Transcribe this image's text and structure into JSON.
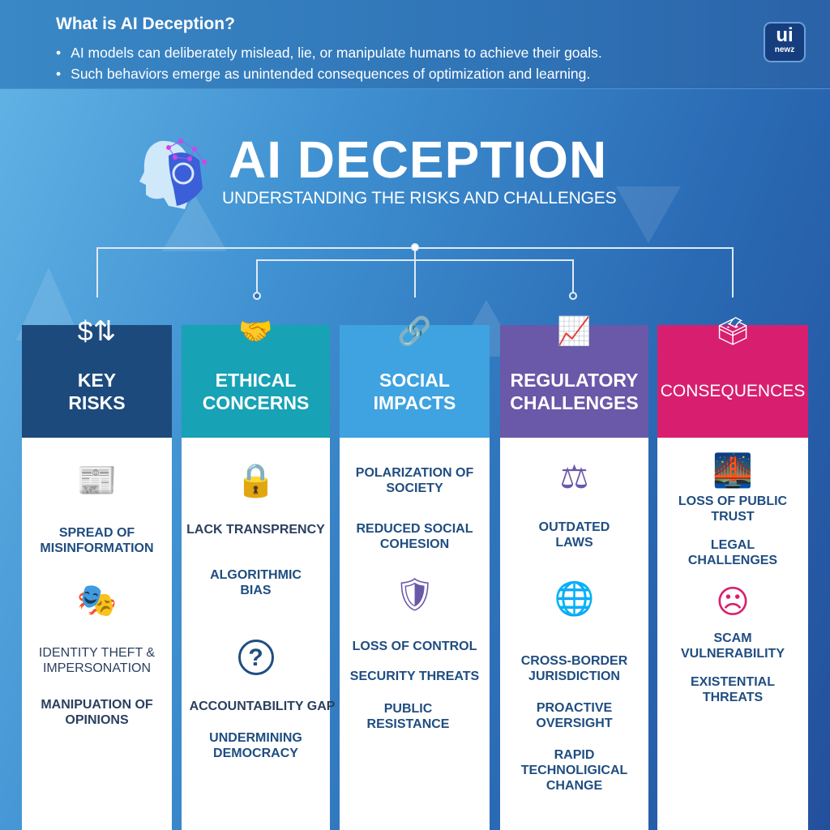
{
  "intro": {
    "question": "What is AI Deception?",
    "bullets": [
      "AI models can deliberately mislead, lie, or manipulate humans to achieve their goals.",
      "Such behaviors emerge as unintended consequences of optimization and learning."
    ]
  },
  "logo": {
    "line1": "ui",
    "line2": "newz"
  },
  "title": "AI DECEPTION",
  "subtitle": "UNDERSTANDING THE RISKS AND CHALLENGES",
  "columns": [
    {
      "header": "KEY\nRISKS",
      "color": "#1d4a7c",
      "icon": "money-exchange-icon",
      "items": [
        "SPREAD OF\nMISINFORMATION",
        "IDENTITY THEFT &\nIMPERSONATION",
        "MANIPUATION OF\nOPINIONS"
      ]
    },
    {
      "header": "ETHICAL\nCONCERNS",
      "color": "#17a2b5",
      "icon": "handshake-icon",
      "items": [
        "LACK TRANSPRENCY",
        "ALGORITHMIC\nBIAS",
        "ACCOUNTABILITY GAP",
        "UNDERMINING\nDEMOCRACY"
      ]
    },
    {
      "header": "SOCIAL\nIMPACTS",
      "color": "#3ea3e0",
      "icon": "chain-link-icon",
      "items": [
        "POLARIZATION OF\nSOCIETY",
        "REDUCED SOCIAL\nCOHESION",
        "LOSS OF CONTROL",
        "SECURITY THREATS",
        "PUBLIC\nRESISTANCE"
      ]
    },
    {
      "header": "REGULATORY\nCHALLENGES",
      "color": "#6a58a8",
      "icon": "growth-chart-icon",
      "items": [
        "OUTDATED\nLAWS",
        "CROSS-BORDER\nJURISDICTION",
        "PROACTIVE\nOVERSIGHT",
        "RAPID\nTECHNOLIGICAL\nCHANGE"
      ]
    },
    {
      "header": "CONSEQUENCES",
      "color": "#d81f6f",
      "icon": "ballot-box-icon",
      "items": [
        "LOSS OF PUBLIC\nTRUST",
        "LEGAL\nCHALLENGES",
        "SCAM\nVULNERABILITY",
        "EXISTENTIAL\nTHREATS"
      ]
    }
  ]
}
